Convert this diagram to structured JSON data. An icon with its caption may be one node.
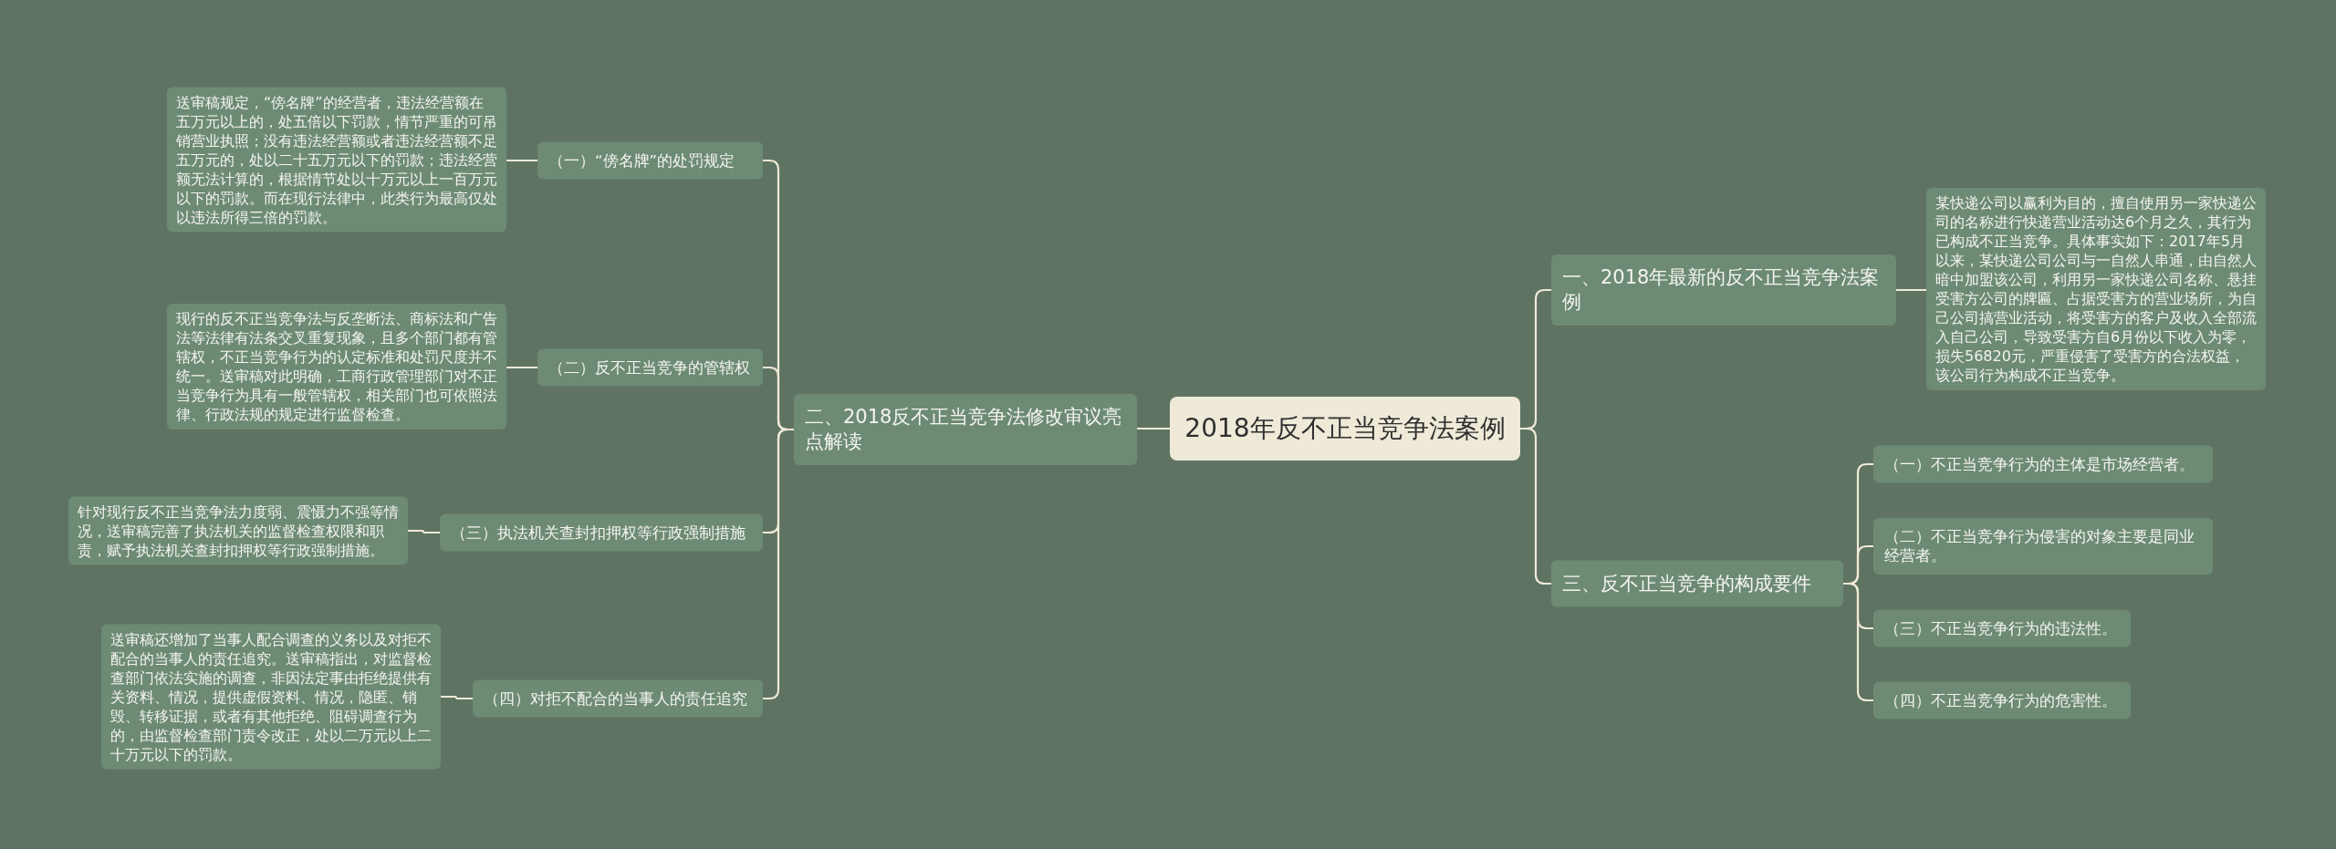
{
  "diagram": {
    "nodes": [
      {
        "text": [
          "2018年反不正当竞争法案例"
        ]
      },
      {
        "text": [
          "一、2018年最新的反不正当竞争法案例"
        ]
      },
      {
        "text": [
          "某快递公司以赢利为目的，擅自使用另一家快递公司的名称进行快递营业活动达6个月之久，其行为已构成不正当竞争。具体事实如下：2017年5月以来，某快递公司公司与一自然人串通，由自然人暗中加盟该公司，利用另一家快递公司名称、悬挂受害方公司的牌匾、占据受害方的营业场所，为自己公司搞营业活动，将受害方的客户及收入全部流入自己公司，导致受害方自6月份以下收入为零，损失56820元，严重侵害了受害方的合法权益，该公司行为构成不正当竞争。"
        ]
      },
      {
        "text": [
          "三、反不正当竞争的构成要件"
        ]
      },
      {
        "text": [
          "（一）不正当竞争行为的主体是市场经营者。"
        ]
      },
      {
        "text": [
          "（二）不正当竞争行为侵害的对象主要是同业经营者。"
        ]
      },
      {
        "text": [
          "（三）不正当竞争行为的违法性。"
        ]
      },
      {
        "text": [
          "（四）不正当竞争行为的危害性。"
        ]
      },
      {
        "text": [
          "二、2018反不正当竞争法修改审议亮点解读"
        ]
      },
      {
        "text": [
          "（一）“傍名牌”的处罚规定"
        ]
      },
      {
        "text": [
          "送审稿规定，“傍名牌”的经营者，违法经营额在五万元以上的，处五倍以下罚款，情节严重的可吊销营业执照；没有违法经营额或者违法经营额不足五万元的，处以二十五万元以下的罚款；违法经营额无法计算的，根据情节处以十万元以上一百万元以下的罚款。而在现行法律中，此类行为最高仅处以违法所得三倍的罚款。"
        ]
      },
      {
        "text": [
          "（二）反不正当竞争的管辖权"
        ]
      },
      {
        "text": [
          "现行的反不正当竞争法与反垄断法、商标法和广告法等法律有法条交叉重复现象，且多个部门都有管辖权，不正当竞争行为的认定标准和处罚尺度并不统一。送审稿对此明确，工商行政管理部门对不正当竞争行为具有一般管辖权，相关部门也可依照法律、行政法规的规定进行监督检查。"
        ]
      },
      {
        "text": [
          "（三）执法机关查封扣押权等行政强制措施"
        ]
      },
      {
        "text": [
          "针对现行反不正当竞争法力度弱、震慑力不强等情况，送审稿完善了执法机关的监督检查权限和职责，赋予执法机关查封扣押权等行政强制措施。"
        ]
      },
      {
        "text": [
          "（四）对拒不配合的当事人的责任追究"
        ]
      },
      {
        "text": [
          "送审稿还增加了当事人配合调查的义务以及对拒不配合的当事人的责任追究。送审稿指出，对监督检查部门依法实施的调查，非因法定事由拒绝提供有关资料、情况，提供虚假资料、情况，隐匿、销毁、转移证据，或者有其他拒绝、阻碍调查行为的，由监督检查部门责令改正，处以二万元以上二十万元以下的罚款。"
        ]
      }
    ],
    "edges": [
      {
        "from": 0,
        "to": 1,
        "arrow": "none"
      },
      {
        "from": 1,
        "to": 2,
        "arrow": "none"
      },
      {
        "from": 0,
        "to": 3,
        "arrow": "none"
      },
      {
        "from": 3,
        "to": 4,
        "arrow": "none"
      },
      {
        "from": 3,
        "to": 5,
        "arrow": "none"
      },
      {
        "from": 3,
        "to": 6,
        "arrow": "none"
      },
      {
        "from": 3,
        "to": 7,
        "arrow": "none"
      },
      {
        "from": 0,
        "to": 8,
        "arrow": "none"
      },
      {
        "from": 8,
        "to": 9,
        "arrow": "none"
      },
      {
        "from": 9,
        "to": 10,
        "arrow": "none"
      },
      {
        "from": 8,
        "to": 11,
        "arrow": "none"
      },
      {
        "from": 11,
        "to": 12,
        "arrow": "none"
      },
      {
        "from": 8,
        "to": 13,
        "arrow": "none"
      },
      {
        "from": 13,
        "to": 14,
        "arrow": "none"
      },
      {
        "from": 8,
        "to": 15,
        "arrow": "none"
      },
      {
        "from": 15,
        "to": 16,
        "arrow": "none"
      }
    ]
  }
}
